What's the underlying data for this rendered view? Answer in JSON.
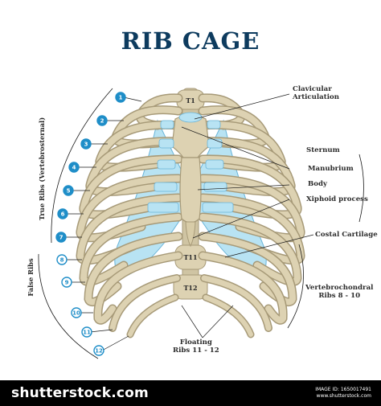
{
  "title": "RIB CAGE",
  "colors": {
    "title": "#0d3b5e",
    "bone": "#ddd2b2",
    "bone_shadow": "#a79a78",
    "cartilage": "#b8e3f3",
    "cartilage_edge": "#6ab4d8",
    "badge": "#1f8ec8",
    "line": "#1a1a1a",
    "footer": "#000000"
  },
  "side_labels": {
    "true_ribs": "True Ribs (Vertebrosternal)",
    "false_ribs": "False Ribs"
  },
  "vertebrae": [
    "T1",
    "T11",
    "T12"
  ],
  "rib_numbers": [
    "1",
    "2",
    "3",
    "4",
    "5",
    "6",
    "7",
    "8",
    "9",
    "10",
    "11",
    "12"
  ],
  "labels": {
    "clavicular_articulation": [
      "Clavicular",
      "Articulation"
    ],
    "sternum": "Sternum",
    "manubrium": "Manubrium",
    "body": "Body",
    "xiphoid_process": "Xiphoid process",
    "costal_cartilage": "Costal Cartilage",
    "vertebrochondral_ribs": [
      "Vertebrochondral",
      "Ribs 8 - 10"
    ],
    "floating_ribs": [
      "Floating",
      "Ribs 11 - 12"
    ]
  },
  "footer": {
    "brand": "shutterstock",
    "brand_mark": ".com",
    "image_id": "IMAGE ID: 1650017491",
    "site": "www.shutterstock.com"
  }
}
